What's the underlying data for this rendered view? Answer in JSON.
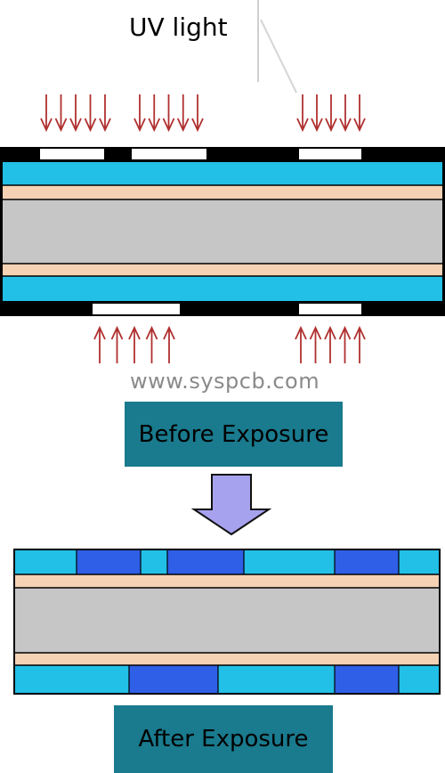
{
  "diagram": {
    "uv_label": "UV light",
    "watermark": "www.syspcb.com",
    "before_label": "Before Exposure",
    "after_label": "After Exposure"
  },
  "colors": {
    "mask": "#000000",
    "mask_open": "#ffffff",
    "resist": "#22bfe6",
    "exposed_resist": "#2f5fe6",
    "copper": "#f5d2b4",
    "core": "#c6c6c6",
    "arrow": "#b03030",
    "transition_arrow": "#a7a2ee",
    "label_box": "#1a7a8e"
  }
}
